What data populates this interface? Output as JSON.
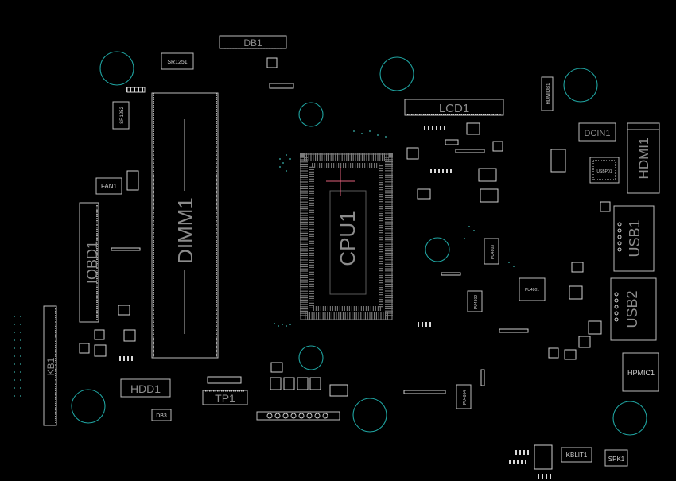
{
  "board": {
    "background": "#000000",
    "silkscreen_color": "#8c8c8c",
    "outline_color": "#bdbdbd",
    "mounting_hole_color": "#1fa3a0",
    "via_color": "#2f8f8a",
    "cpu_marker_color": "#e0607a"
  },
  "labels": {
    "db1": "DB1",
    "sr1251": "SR1251",
    "sr1252": "SR1252",
    "fan1": "FAN1",
    "dimm1": "DIMM1",
    "iobd1": "IOBD1",
    "kb1": "KB1",
    "hdd1": "HDD1",
    "db3": "DB3",
    "tp1": "TP1",
    "cpu1": "CPU1",
    "lcd1": "LCD1",
    "hdmidb1": "HDMIDB1",
    "dcin1": "DCIN1",
    "hdmi1": "HDMI1",
    "usb1": "USB1",
    "usb2": "USB2",
    "hpmic1": "HPMIC1",
    "kblit1": "KBLIT1",
    "spk1": "SPK1",
    "pu4803": "PU4803",
    "pu4801": "PU4801",
    "pu4802": "PU4802",
    "pu4604": "PU4604",
    "usbp01": "USBP01"
  }
}
